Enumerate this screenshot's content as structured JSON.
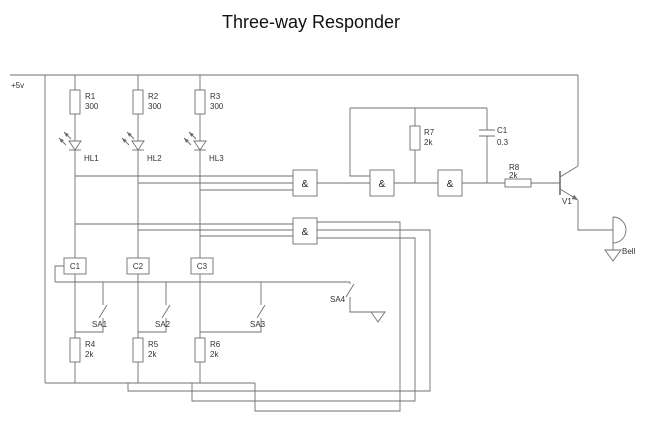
{
  "title": "Three-way Responder",
  "power": {
    "label": "+5v"
  },
  "gate_symbol": "&",
  "resistors": {
    "r1": {
      "ref": "R1",
      "value": "300"
    },
    "r2": {
      "ref": "R2",
      "value": "300"
    },
    "r3": {
      "ref": "R3",
      "value": "300"
    },
    "r4": {
      "ref": "R4",
      "value": "2k"
    },
    "r5": {
      "ref": "R5",
      "value": "2k"
    },
    "r6": {
      "ref": "R6",
      "value": "2k"
    },
    "r7": {
      "ref": "R7",
      "value": "2k"
    },
    "r8": {
      "ref": "R8",
      "value": "2k"
    }
  },
  "leds": {
    "hl1": "HL1",
    "hl2": "HL2",
    "hl3": "HL3"
  },
  "latches": {
    "c1": "C1",
    "c2": "C2",
    "c3": "C3"
  },
  "switches": {
    "sa1": "SA1",
    "sa2": "SA2",
    "sa3": "SA3",
    "sa4": "SA4"
  },
  "capacitor": {
    "ref": "C1",
    "value": "0.3"
  },
  "transistor": {
    "ref": "V1"
  },
  "bell": {
    "label": "Bell"
  }
}
